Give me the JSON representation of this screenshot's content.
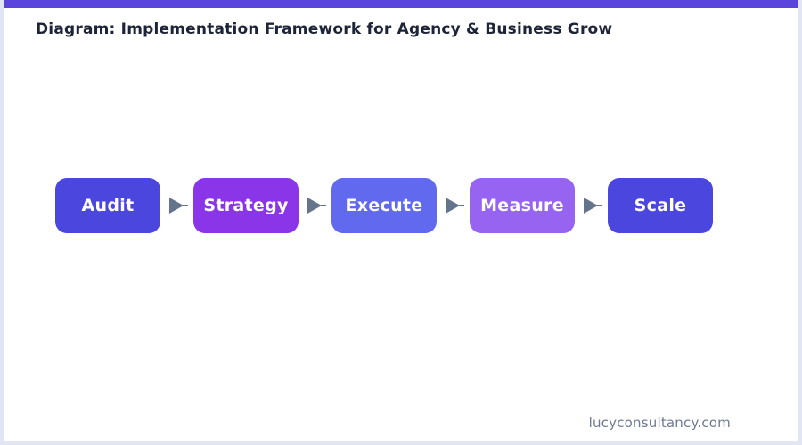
{
  "page": {
    "title": "Diagram: Implementation Framework for Agency & Business Grow",
    "watermark": "lucyconsultancy.com"
  },
  "theme": {
    "top_bar_color": "#5b43dd",
    "border_color": "#e2e5f3",
    "background_color": "#ffffff",
    "title_color": "#1e2438",
    "arrow_color": "#64748b",
    "watermark_color": "#6e7a94",
    "step_text_color": "#ffffff"
  },
  "flow": {
    "arrow_icon": "triangle-right-icon",
    "steps": [
      {
        "label": "Audit",
        "color": "#4b46de"
      },
      {
        "label": "Strategy",
        "color": "#8a35e8"
      },
      {
        "label": "Execute",
        "color": "#6169ee"
      },
      {
        "label": "Measure",
        "color": "#9763f1"
      },
      {
        "label": "Scale",
        "color": "#4b46de"
      }
    ]
  }
}
